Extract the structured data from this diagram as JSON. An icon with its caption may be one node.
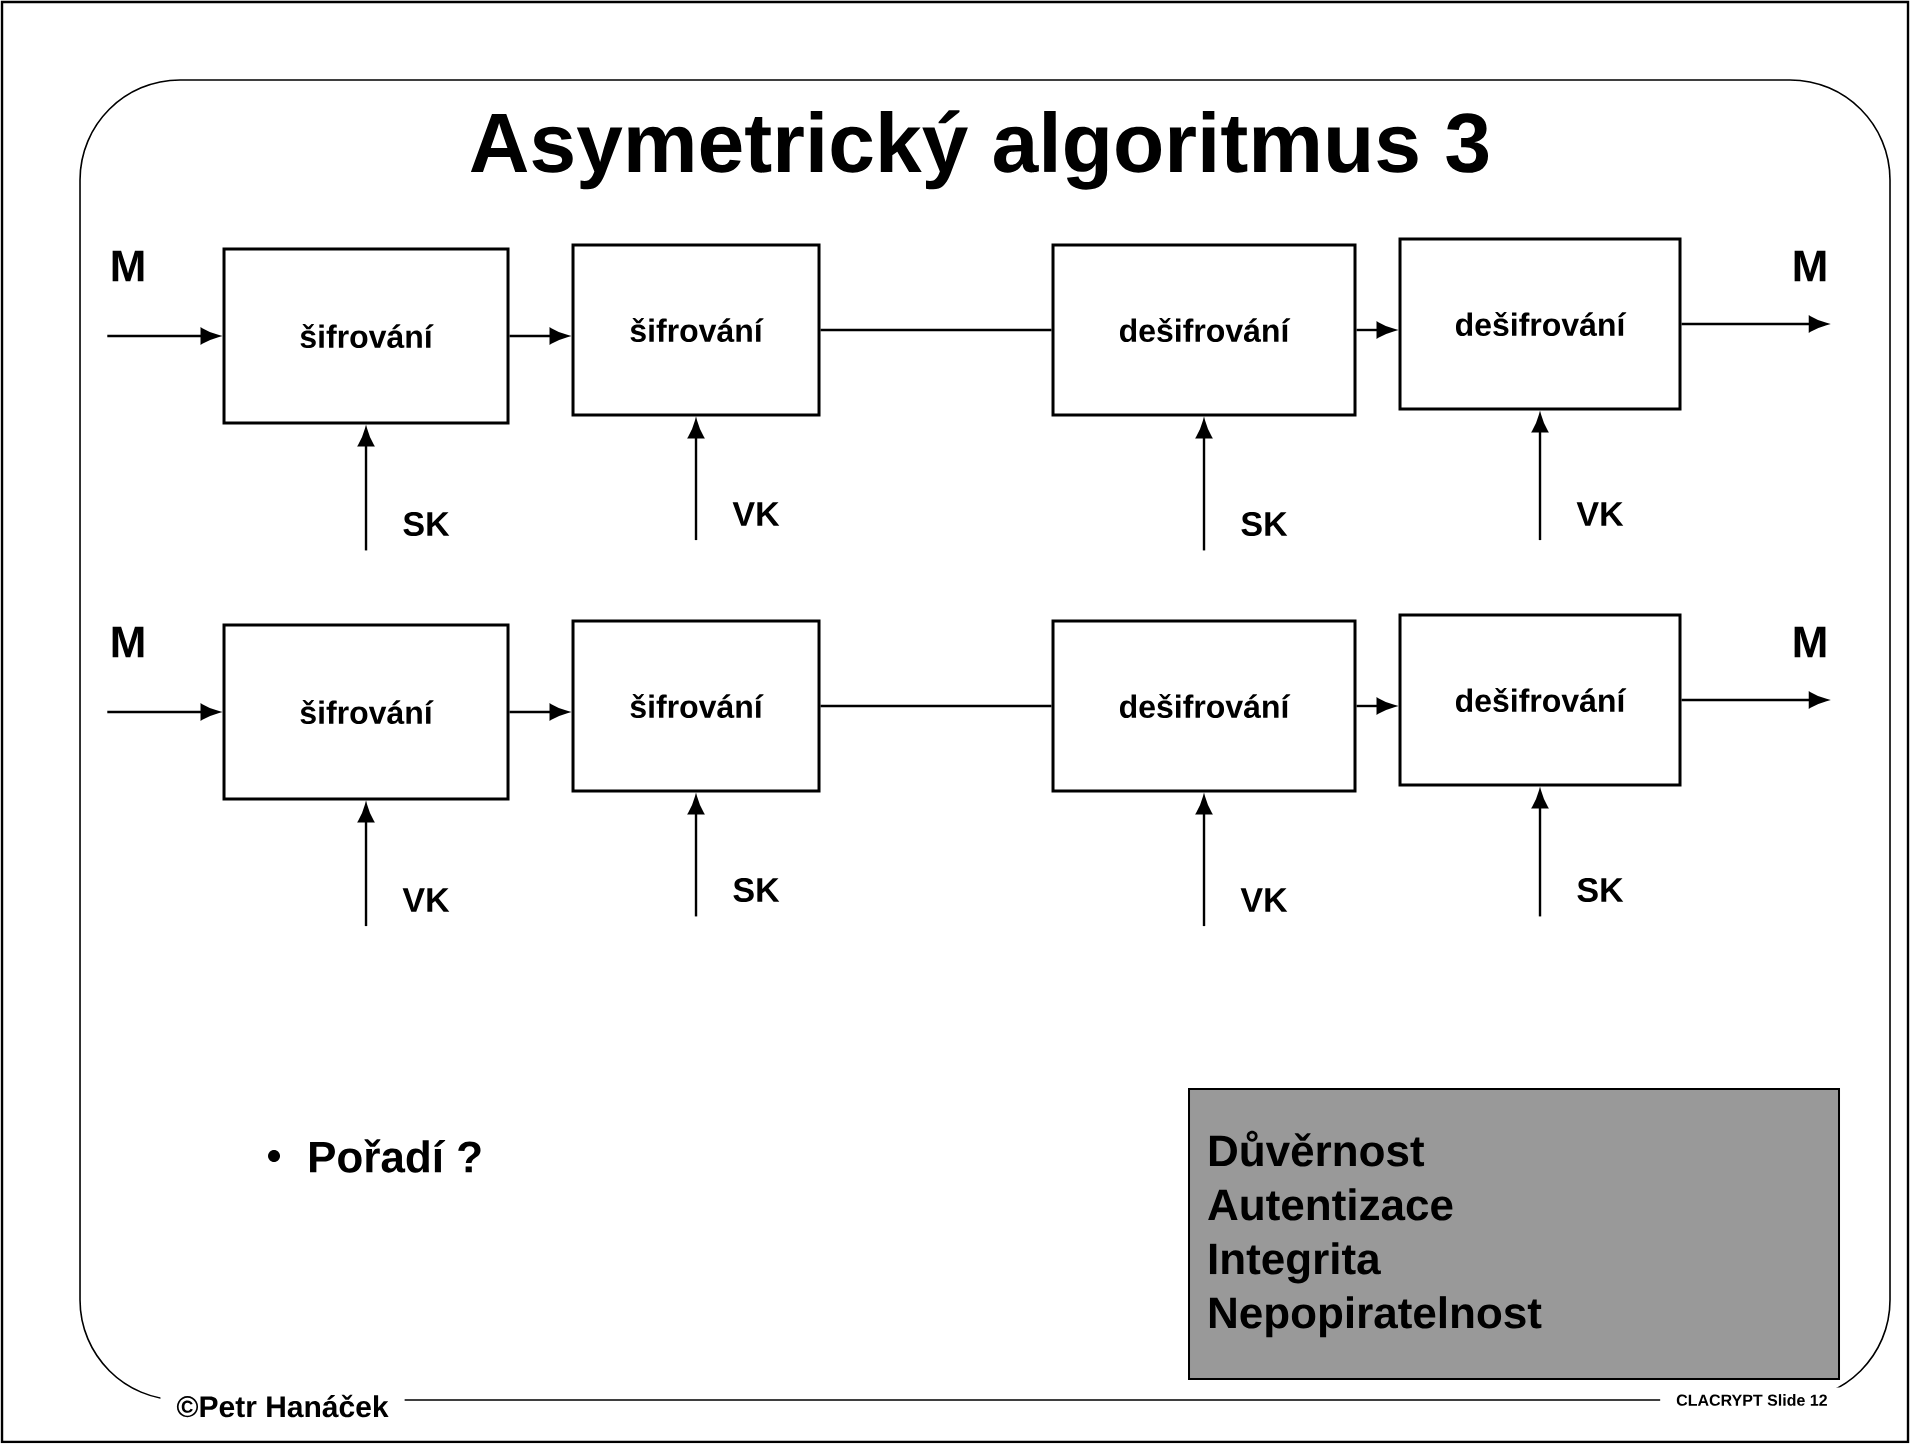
{
  "diagram": {
    "title": "Asymetrický algoritmus 3",
    "nodes": [
      {
        "text": [
          "M"
        ]
      },
      {
        "text": [
          "šifrování"
        ]
      },
      {
        "text": [
          "šifrování"
        ]
      },
      {
        "text": [
          "dešifrování"
        ]
      },
      {
        "text": [
          "dešifrování"
        ]
      },
      {
        "text": [
          "M"
        ]
      },
      {
        "text": [
          "SK"
        ]
      },
      {
        "text": [
          "VK"
        ]
      },
      {
        "text": [
          "SK"
        ]
      },
      {
        "text": [
          "VK"
        ]
      },
      {
        "text": [
          "M"
        ]
      },
      {
        "text": [
          "šifrování"
        ]
      },
      {
        "text": [
          "šifrování"
        ]
      },
      {
        "text": [
          "dešifrování"
        ]
      },
      {
        "text": [
          "dešifrování"
        ]
      },
      {
        "text": [
          "M"
        ]
      },
      {
        "text": [
          "VK"
        ]
      },
      {
        "text": [
          "SK"
        ]
      },
      {
        "text": [
          "VK"
        ]
      },
      {
        "text": [
          "SK"
        ]
      },
      {
        "text": [
          "Důvěrnost",
          "Autentizace",
          "Integrita",
          "Nepopiratelnost"
        ]
      }
    ],
    "edges": [
      {
        "from": 0,
        "to": 1,
        "arrow": "to"
      },
      {
        "from": 1,
        "to": 2,
        "arrow": "to"
      },
      {
        "from": 2,
        "to": 3,
        "arrow": "none"
      },
      {
        "from": 3,
        "to": 4,
        "arrow": "to"
      },
      {
        "from": 4,
        "to": 5,
        "arrow": "to"
      },
      {
        "from": 6,
        "to": 1,
        "arrow": "to"
      },
      {
        "from": 7,
        "to": 2,
        "arrow": "to"
      },
      {
        "from": 8,
        "to": 3,
        "arrow": "to"
      },
      {
        "from": 9,
        "to": 4,
        "arrow": "to"
      },
      {
        "from": 10,
        "to": 11,
        "arrow": "to"
      },
      {
        "from": 11,
        "to": 12,
        "arrow": "to"
      },
      {
        "from": 12,
        "to": 13,
        "arrow": "none"
      },
      {
        "from": 13,
        "to": 14,
        "arrow": "to"
      },
      {
        "from": 14,
        "to": 15,
        "arrow": "to"
      },
      {
        "from": 16,
        "to": 11,
        "arrow": "to"
      },
      {
        "from": 17,
        "to": 12,
        "arrow": "to"
      },
      {
        "from": 18,
        "to": 13,
        "arrow": "to"
      },
      {
        "from": 19,
        "to": 14,
        "arrow": "to"
      }
    ],
    "labels": [
      "Pořadí ?",
      "©Petr Hanáček",
      "CLACRYPT Slide 12"
    ]
  }
}
